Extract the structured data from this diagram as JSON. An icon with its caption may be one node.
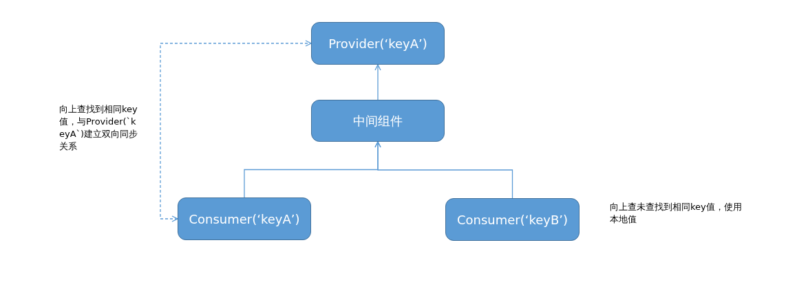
{
  "diagram": {
    "nodes": [
      {
        "text": [
          "Provider(‘keyA’)"
        ]
      },
      {
        "text": [
          "中间组件"
        ]
      },
      {
        "text": [
          "Consumer(‘keyA’)"
        ]
      },
      {
        "text": [
          "Consumer(‘keyB’)"
        ],
        "beside": [
          "向上查未查找到相同key值，使用本地值"
        ]
      }
    ],
    "edges": [
      {
        "from": 1,
        "to": 0,
        "arrow": "to"
      },
      {
        "from": 2,
        "to": 1,
        "arrow": "to"
      },
      {
        "from": 3,
        "to": 1,
        "arrow": "to"
      },
      {
        "from": 2,
        "to": 0,
        "arrow": "both",
        "style": "dashed"
      }
    ],
    "labels": [
      "向上查找到相同key值，与Provider(`keyA`)建立双向同步关系"
    ]
  }
}
